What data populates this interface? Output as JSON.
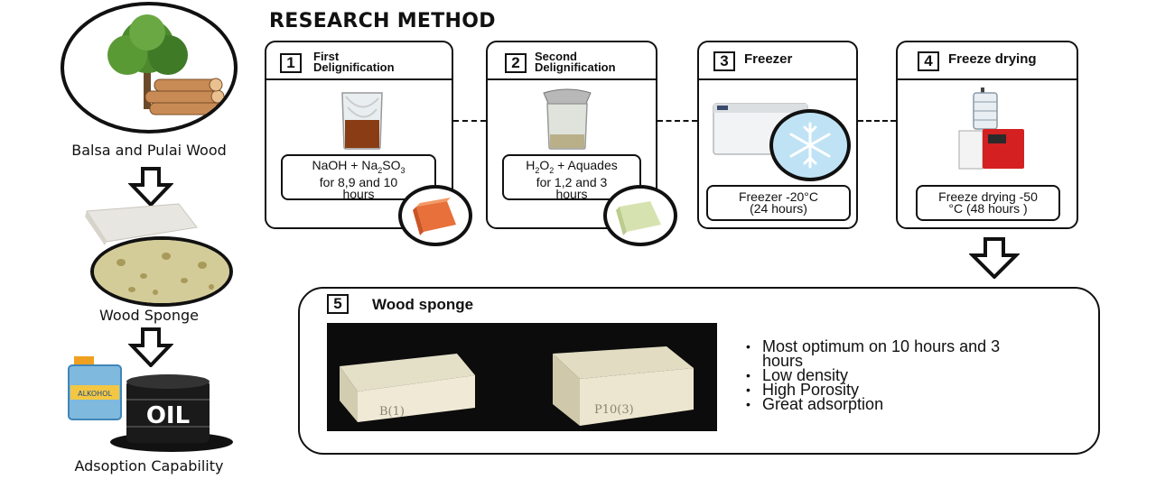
{
  "title": "RESEARCH METHOD",
  "left": {
    "label1": "Balsa and Pulai Wood",
    "label2": "Wood Sponge",
    "label3": "Adsoption Capability",
    "oil_text": "OIL",
    "bottle_text": "ALKOHOL"
  },
  "steps": [
    {
      "num": "1",
      "title_line1": "First",
      "title_line2": "Delignification",
      "desc_line1": "NaOH + Na",
      "sub_a": "2",
      "mid": "SO",
      "sub_b": "3",
      "desc_line2": "for 8,9 and 10",
      "desc_line3": "hours"
    },
    {
      "num": "2",
      "title_line1": "Second",
      "title_line2": "Delignification",
      "chem_a": "H",
      "sub_a": "2",
      "chem_b": "O",
      "sub_b": "2",
      "chem_rest": " + Aquades",
      "desc_line2": "for 1,2 and 3",
      "desc_line3": "hours"
    },
    {
      "num": "3",
      "title": "Freezer",
      "desc_line1": "Freezer -20°C",
      "desc_line2": "(24 hours)"
    },
    {
      "num": "4",
      "title": "Freeze drying",
      "desc_line1": "Freeze drying -50",
      "desc_line2": "°C (48 hours )"
    }
  ],
  "step5": {
    "num": "5",
    "title": "Wood sponge",
    "bullets": [
      "Most optimum on 10 hours and 3",
      "Low density",
      "High Porosity",
      "Great adsorption"
    ],
    "bullet1_cont": "hours",
    "sample_left_text": "B(1)",
    "sample_right_text": "P10(3)"
  },
  "colors": {
    "outline": "#111111",
    "freezer_red": "#d42020",
    "snow_blue": "#bfe3f5",
    "sponge_cream": "#efe9d6",
    "orange_block": "#e8703a",
    "green_block": "#d6e3b0"
  }
}
